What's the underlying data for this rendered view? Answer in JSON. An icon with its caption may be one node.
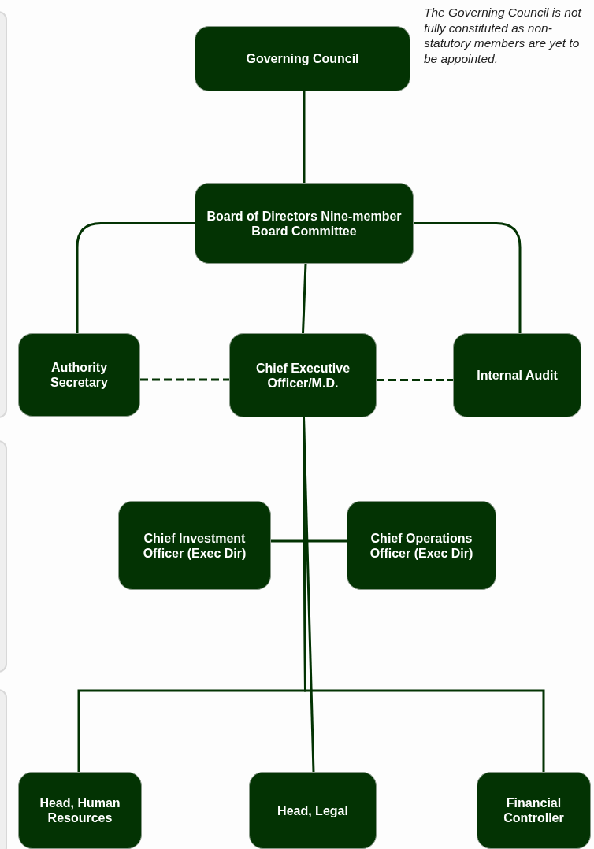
{
  "diagram": {
    "nodes": [
      {
        "text": [
          "Governing Council"
        ]
      },
      {
        "text": [
          "Board of Directors Nine-member Board Committee"
        ]
      },
      {
        "text": [
          "Authority Secretary"
        ]
      },
      {
        "text": [
          "Chief Executive Officer/M.D."
        ]
      },
      {
        "text": [
          "Internal Audit"
        ]
      },
      {
        "text": [
          "Chief Investment Officer (Exec Dir)"
        ]
      },
      {
        "text": [
          "Chief Operations Officer (Exec Dir)"
        ]
      },
      {
        "text": [
          "Head, Human Resources"
        ]
      },
      {
        "text": [
          "Head, Legal"
        ]
      },
      {
        "text": [
          "Financial Controller"
        ]
      }
    ],
    "edges": [
      {
        "from": 0,
        "to": 1,
        "arrow": "none"
      },
      {
        "from": 1,
        "to": 2,
        "arrow": "none"
      },
      {
        "from": 1,
        "to": 3,
        "arrow": "none"
      },
      {
        "from": 1,
        "to": 4,
        "arrow": "none"
      },
      {
        "from": 2,
        "to": 3,
        "arrow": "none",
        "style": "dashed"
      },
      {
        "from": 3,
        "to": 4,
        "arrow": "none",
        "style": "dashed"
      },
      {
        "from": 5,
        "to": 6,
        "arrow": "none"
      },
      {
        "from": 3,
        "to": 7,
        "arrow": "none"
      },
      {
        "from": 3,
        "to": 8,
        "arrow": "none"
      },
      {
        "from": 3,
        "to": 9,
        "arrow": "none"
      }
    ],
    "labels": [
      "The Governing Council is not fully constituted as non-statutory members are yet to be appointed."
    ]
  }
}
